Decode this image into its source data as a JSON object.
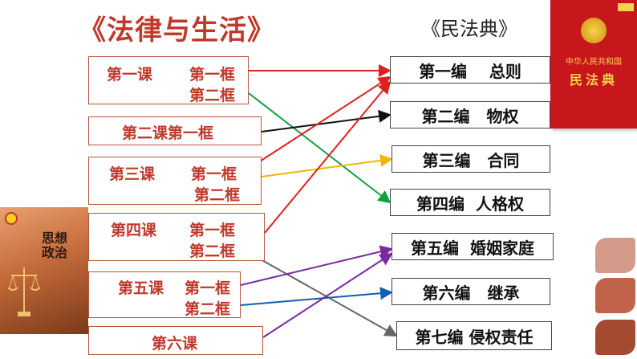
{
  "header": {
    "left_title": "《法律与生活》",
    "right_title": "《民法典》"
  },
  "lessons": [
    {
      "name": "第一课",
      "frames": [
        "第一框",
        "第二框"
      ]
    },
    {
      "name": "第二课第一框",
      "frames": []
    },
    {
      "name": "第三课",
      "frames": [
        "第一框",
        "第二框"
      ]
    },
    {
      "name": "第四课",
      "frames": [
        "第一框",
        "第二框"
      ]
    },
    {
      "name": "第五课",
      "frames": [
        "第一框",
        "第二框"
      ]
    },
    {
      "name": "第六课",
      "frames": []
    }
  ],
  "chapters": [
    {
      "part": "第一编",
      "name": "总则"
    },
    {
      "part": "第二编",
      "name": "物权"
    },
    {
      "part": "第三编",
      "name": "合同"
    },
    {
      "part": "第四编",
      "name": "人格权"
    },
    {
      "part": "第五编",
      "name": "婚姻家庭"
    },
    {
      "part": "第六编",
      "name": "继承"
    },
    {
      "part": "第七编",
      "name": "侵权责任"
    }
  ],
  "connections": [
    {
      "from": "第一课 第一框",
      "to": "第一编 总则",
      "color": "#e02020"
    },
    {
      "from": "第一课 第二框",
      "to": "第四编 人格权",
      "color": "#10a040"
    },
    {
      "from": "第二课第一框",
      "to": "第二编 物权",
      "color": "#111111"
    },
    {
      "from": "第三课 第一框",
      "to": "第一编 总则",
      "color": "#e02020"
    },
    {
      "from": "第三课 第二框",
      "to": "第三编 合同",
      "color": "#f0b800"
    },
    {
      "from": "第四课 第一框",
      "to": "第一编 总则",
      "color": "#e02020"
    },
    {
      "from": "第四课 第二框",
      "to": "第七编 侵权责任",
      "color": "#666666"
    },
    {
      "from": "第五课 第一框",
      "to": "第五编 婚姻家庭",
      "color": "#7a2aa0"
    },
    {
      "from": "第五课 第二框",
      "to": "第六编 继承",
      "color": "#1060b0"
    },
    {
      "from": "第六课",
      "to": "第五编 婚姻家庭",
      "color": "#7a2aa0"
    }
  ],
  "book_left": {
    "title": "思想政治"
  },
  "book_right": {
    "title_small": "中华人民共和国",
    "title_large": "民法典"
  },
  "decor_colors": [
    "#d49a8a",
    "#c0634a",
    "#a44a30"
  ]
}
